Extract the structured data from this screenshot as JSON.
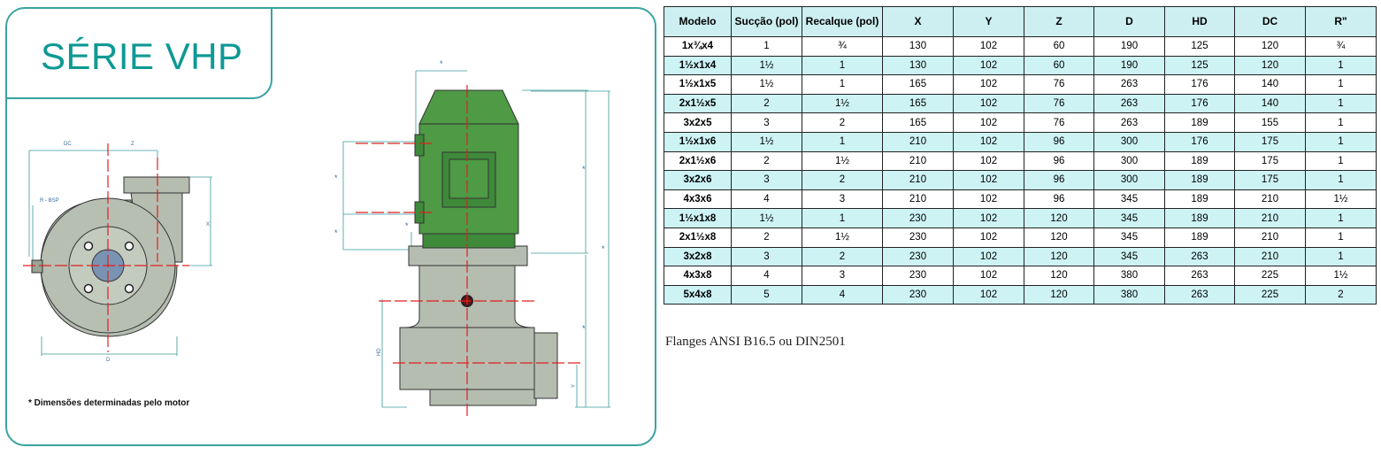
{
  "title": "SÉRIE VHP",
  "note": "* Dimensões determinadas pelo motor",
  "flange_note": "Flanges ANSI B16.5 ou DIN2501",
  "diagram_labels": {
    "dc": "DC",
    "z": "Z",
    "r_bsp": "R - BSP",
    "x": "X",
    "d": "D",
    "hd": "HD",
    "y": "Y",
    "star": "*"
  },
  "colors": {
    "accent": "#0e9994",
    "border": "#3aa3a0",
    "header_bg": "#cdeff1",
    "row_alt_bg": "#cdf3f5",
    "pump_body": "#b4bdb0",
    "motor": "#4e9a45",
    "center_line": "#e02020"
  },
  "table": {
    "headers": [
      "Modelo",
      "Sucção (pol)",
      "Recalque (pol)",
      "X",
      "Y",
      "Z",
      "D",
      "HD",
      "DC",
      "R\""
    ],
    "rows": [
      [
        "1x¾x4",
        "1",
        "¾",
        "130",
        "102",
        "60",
        "190",
        "125",
        "120",
        "¾"
      ],
      [
        "1½x1x4",
        "1½",
        "1",
        "130",
        "102",
        "60",
        "190",
        "125",
        "120",
        "1"
      ],
      [
        "1½x1x5",
        "1½",
        "1",
        "165",
        "102",
        "76",
        "263",
        "176",
        "140",
        "1"
      ],
      [
        "2x1½x5",
        "2",
        "1½",
        "165",
        "102",
        "76",
        "263",
        "176",
        "140",
        "1"
      ],
      [
        "3x2x5",
        "3",
        "2",
        "165",
        "102",
        "76",
        "263",
        "189",
        "155",
        "1"
      ],
      [
        "1½x1x6",
        "1½",
        "1",
        "210",
        "102",
        "96",
        "300",
        "176",
        "175",
        "1"
      ],
      [
        "2x1½x6",
        "2",
        "1½",
        "210",
        "102",
        "96",
        "300",
        "189",
        "175",
        "1"
      ],
      [
        "3x2x6",
        "3",
        "2",
        "210",
        "102",
        "96",
        "300",
        "189",
        "175",
        "1"
      ],
      [
        "4x3x6",
        "4",
        "3",
        "210",
        "102",
        "96",
        "345",
        "189",
        "210",
        "1½"
      ],
      [
        "1½x1x8",
        "1½",
        "1",
        "230",
        "102",
        "120",
        "345",
        "189",
        "210",
        "1"
      ],
      [
        "2x1½x8",
        "2",
        "1½",
        "230",
        "102",
        "120",
        "345",
        "189",
        "210",
        "1"
      ],
      [
        "3x2x8",
        "3",
        "2",
        "230",
        "102",
        "120",
        "345",
        "263",
        "210",
        "1"
      ],
      [
        "4x3x8",
        "4",
        "3",
        "230",
        "102",
        "120",
        "380",
        "263",
        "225",
        "1½"
      ],
      [
        "5x4x8",
        "5",
        "4",
        "230",
        "102",
        "120",
        "380",
        "263",
        "225",
        "2"
      ]
    ]
  }
}
